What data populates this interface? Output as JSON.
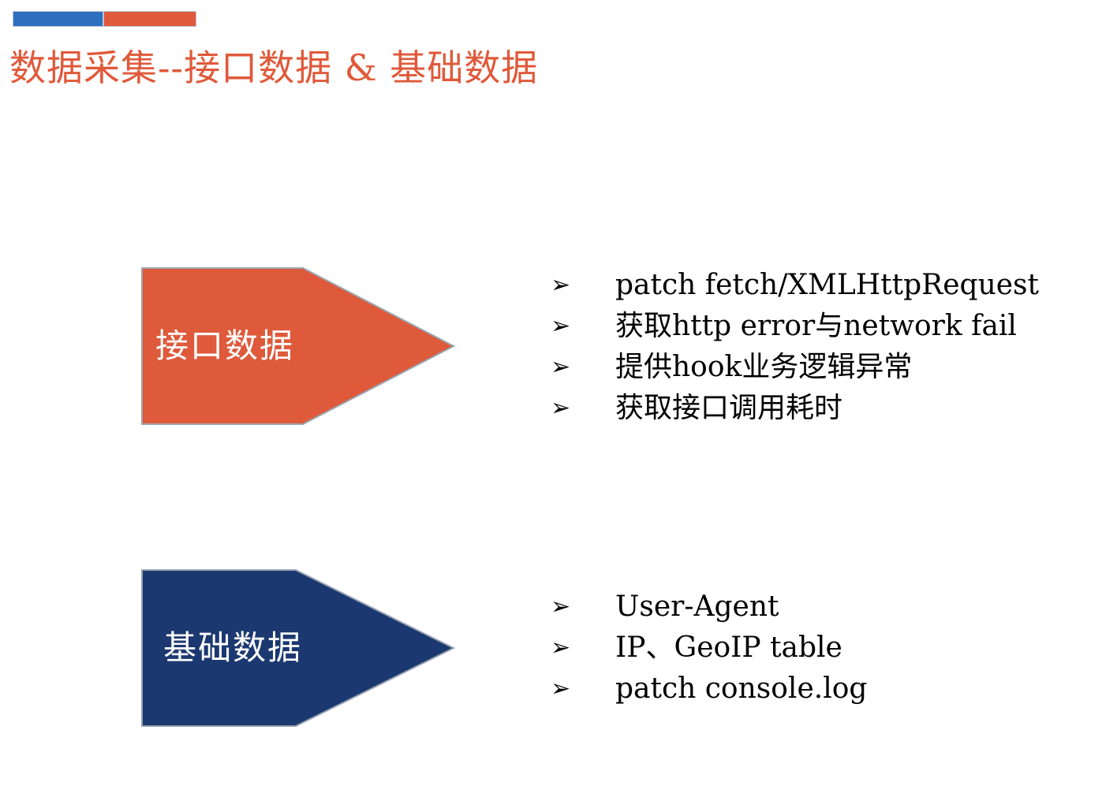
{
  "colors": {
    "accent_blue": "#2f6fbf",
    "accent_orange": "#e0593a",
    "title": "#e0593a",
    "api_shape": "#de5a3b",
    "base_shape": "#1c3870",
    "shape_border": "#9aa5b1",
    "text": "#000000",
    "shape_text": "#ffffff"
  },
  "slide": {
    "title": "数据采集--接口数据 & 基础数据"
  },
  "icons": {
    "bullet": "arrowhead-bullet-icon"
  },
  "sections": {
    "api": {
      "label": "接口数据",
      "items": [
        {
          "marker": "➢",
          "text": "patch fetch/XMLHttpRequest"
        },
        {
          "marker": "➢",
          "text": "获取http error与network fail"
        },
        {
          "marker": "➢",
          "text": "提供hook业务逻辑异常"
        },
        {
          "marker": "➢",
          "text": "获取接口调用耗时"
        }
      ]
    },
    "base": {
      "label": "基础数据",
      "items": [
        {
          "marker": "➢",
          "text": "User-Agent"
        },
        {
          "marker": "➢",
          "text": "IP、GeoIP table"
        },
        {
          "marker": "➢",
          "text": "patch console.log"
        }
      ]
    }
  }
}
